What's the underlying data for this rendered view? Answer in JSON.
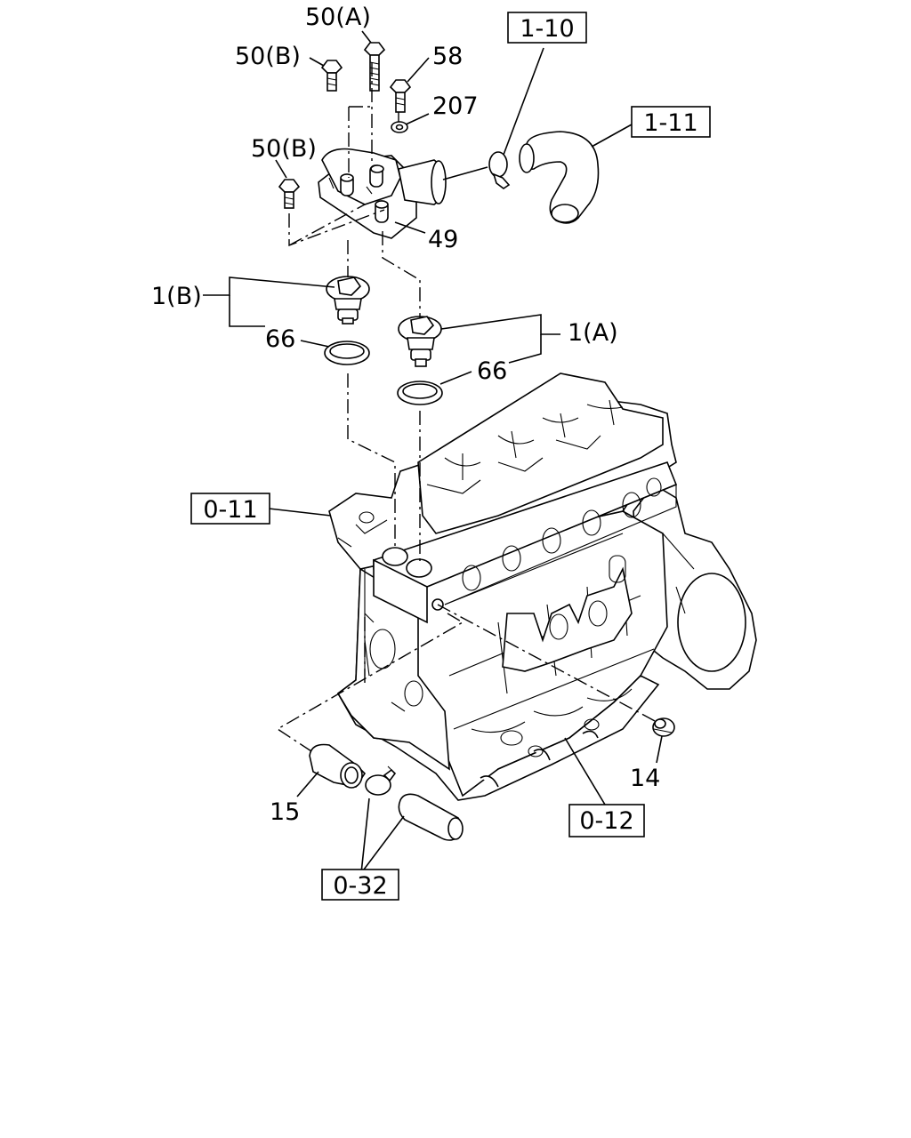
{
  "labels": {
    "bolt_50a": "50(A)",
    "bolt_50b_top": "50(B)",
    "bolt_58": "58",
    "washer_207": "207",
    "bolt_50b_left": "50(B)",
    "housing_49": "49",
    "thermostat_1b": "1(B)",
    "gasket_66_left": "66",
    "thermostat_1a": "1(A)",
    "gasket_66_right": "66",
    "plug_14": "14",
    "pipe_15": "15"
  },
  "refs": {
    "ref_1_10": "1-10",
    "ref_1_11": "1-11",
    "ref_0_11": "0-11",
    "ref_0_12": "0-12",
    "ref_0_32": "0-32"
  }
}
